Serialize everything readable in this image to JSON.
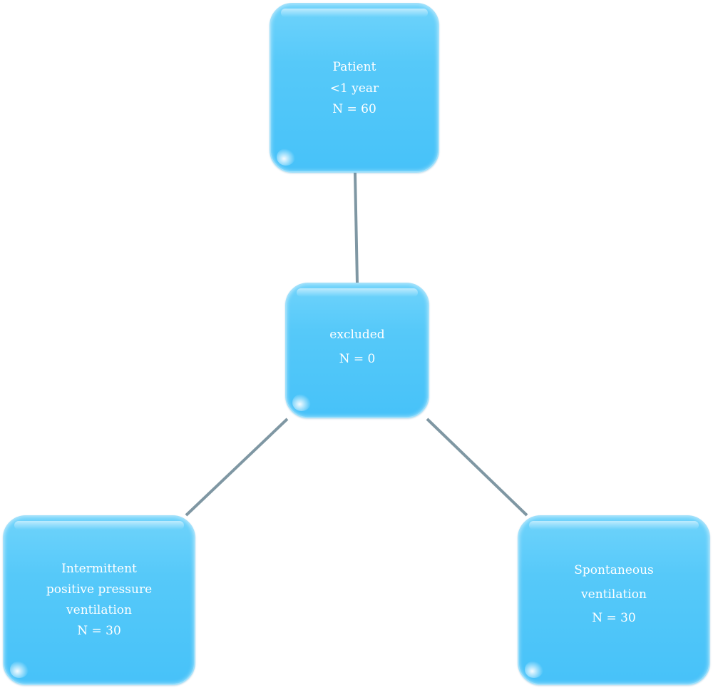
{
  "diagram": {
    "nodes": {
      "patient": {
        "lines": [
          "Patient",
          "<1 year",
          "N = 60"
        ]
      },
      "excluded": {
        "lines": [
          "excluded",
          "N = 0"
        ]
      },
      "ippv": {
        "lines": [
          "Intermittent",
          "positive pressure",
          "ventilation",
          "N = 30"
        ]
      },
      "sv": {
        "lines": [
          "Spontaneous",
          "ventilation",
          "N = 30"
        ]
      }
    },
    "edges": [
      {
        "from": "patient",
        "to": "excluded"
      },
      {
        "from": "excluded",
        "to": "ippv"
      },
      {
        "from": "excluded",
        "to": "sv"
      }
    ],
    "colors": {
      "node_fill": "#4fc5f9",
      "node_border": "#9fe0fb",
      "text": "#ffffff",
      "connector": "#7f97a3"
    }
  }
}
